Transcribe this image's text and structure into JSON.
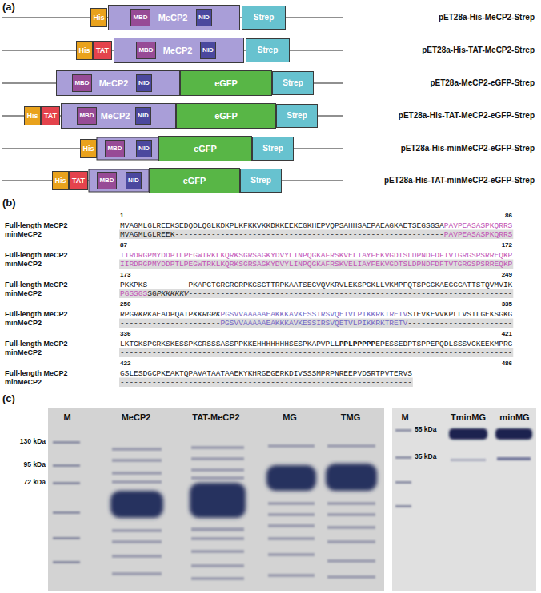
{
  "diagram": {
    "nodes": [
      {
        "text": [
          "His"
        ]
      },
      {
        "text": [
          "MeCP2"
        ]
      },
      {
        "text": [
          "MBD"
        ],
        "in": 1
      },
      {
        "text": [
          "NID"
        ],
        "in": 1
      },
      {
        "text": [
          "Strep"
        ]
      },
      {
        "text": [
          "His"
        ]
      },
      {
        "text": [
          "TAT"
        ]
      },
      {
        "text": [
          "MeCP2"
        ]
      },
      {
        "text": [
          "MBD"
        ],
        "in": 7
      },
      {
        "text": [
          "NID"
        ],
        "in": 7
      },
      {
        "text": [
          "Strep"
        ]
      },
      {
        "text": [
          "MeCP2"
        ]
      },
      {
        "text": [
          "MBD"
        ],
        "in": 11
      },
      {
        "text": [
          "NID"
        ],
        "in": 11
      },
      {
        "text": [
          "eGFP"
        ]
      },
      {
        "text": [
          "Strep"
        ]
      },
      {
        "text": [
          "His"
        ]
      },
      {
        "text": [
          "TAT"
        ]
      },
      {
        "text": [
          "MeCP2"
        ]
      },
      {
        "text": [
          "MBD"
        ],
        "in": 18
      },
      {
        "text": [
          "NID"
        ],
        "in": 18
      },
      {
        "text": [
          "eGFP"
        ]
      },
      {
        "text": [
          "Strep"
        ]
      },
      {
        "text": [
          "His"
        ]
      },
      {
        "text": [
          "MBD"
        ]
      },
      {
        "text": [
          "NID"
        ]
      },
      {
        "text": [
          "eGFP"
        ]
      },
      {
        "text": [
          "Strep"
        ]
      },
      {
        "text": [
          "His"
        ]
      },
      {
        "text": [
          "TAT"
        ]
      },
      {
        "text": [
          "MBD"
        ]
      },
      {
        "text": [
          "NID"
        ]
      },
      {
        "text": [
          "eGFP"
        ]
      },
      {
        "text": [
          "Strep"
        ]
      }
    ],
    "labels": [
      "(a)",
      "pET28a-His-MeCP2-Strep",
      "pET28a-His-TAT-MeCP2-Strep",
      "pET28a-MeCP2-eGFP-Strep",
      "pET28a-His-TAT-MeCP2-eGFP-Strep",
      "pET28a-His-minMeCP2-eGFP-Strep",
      "pET28a-His-TAT-minMeCP2-eGFP-Strep",
      "(b)",
      "1",
      "86",
      "Full-length MeCP2",
      "MVAGMLGLREEKSEDQDLQGLKDKPLKFKKVKKDKKEEKEGKHEPVQPSAHHSAEPAEAGKAETSEGSGSA",
      "PAVPEASASPKQRRS",
      "minMeCP2",
      "MVAGMLGLREEK",
      "-----------------------------------------------------------",
      "PAVPEASASPKQRRS",
      "87",
      "172",
      "Full-length MeCP2",
      "IIRDRGPMYDDPTLPEGWTRKLKQRKSGRSAGKYDVYLINPQGKAFRSKVELIAYFEKVGDTSLDPNDFDFTVTGRGSPSRREQKP",
      "minMeCP2",
      "IIRDRGPMYDDPTLPEGWTRKLKQRKSGRSAGKYDVYLINPQGKAFRSKVELIAYFEKVGDTSLDPNDFDFTVTGRGSPSRREQKP",
      "173",
      "249",
      "Full-length MeCP2",
      "PKKPKS",
      "---------",
      "PKAPGTGRGRGRPKGSGTTRPKAATSEGVQVKRVLEKSPGKLLVKMPFQTSPGGKAEGGGATTSTQVMVIK",
      "minMeCP2",
      "PGSSGS",
      "SG",
      "PKKKKKV",
      "-----------------------------------------------------------------------",
      "250",
      "335",
      "Full-length MeCP2",
      "RPG",
      "RKRK",
      "AEADPQAIP",
      "KKRGRK",
      "PGSVVAAAAAEAKKKAVKESSIRSVQETVLPIKKRKTRETV",
      "SIEVKEVVKPLLVSTLGEKSGKG",
      "minMeCP2",
      "----------------------",
      "PGSVVAAAAAEAKKKAVKESSIRSVQETVLPIKKRKTRETV",
      "-----------------------",
      "336",
      "421",
      "Full-length MeCP2",
      "LKTCKSPGRKSKESSPKGRSSSASSPPKKEHHHHHHHSESPKAPVPLL",
      "PPLPPPPP",
      "EPESSEDPTSPPEPQDLSSSVCKEEKMPRG",
      "minMeCP2",
      "--------------------------------------------------------------------------------------",
      "422",
      "486",
      "Full-length MeCP2",
      "GSLESDGCPKEAKTQPAVATAATAAEKYKHRGEGERKDIVSSSMPRPNREEPVDSRTPVTERVS",
      "minMeCP2",
      "----------------------------------------------------------------",
      "(c)",
      "M",
      "MeCP2",
      "TAT-MeCP2",
      "MG",
      "TMG",
      "130 kDa",
      "95 kDa",
      "72 kDa",
      "M",
      "TminMG",
      "minMG",
      "55 kDa",
      "35 kDa"
    ]
  }
}
